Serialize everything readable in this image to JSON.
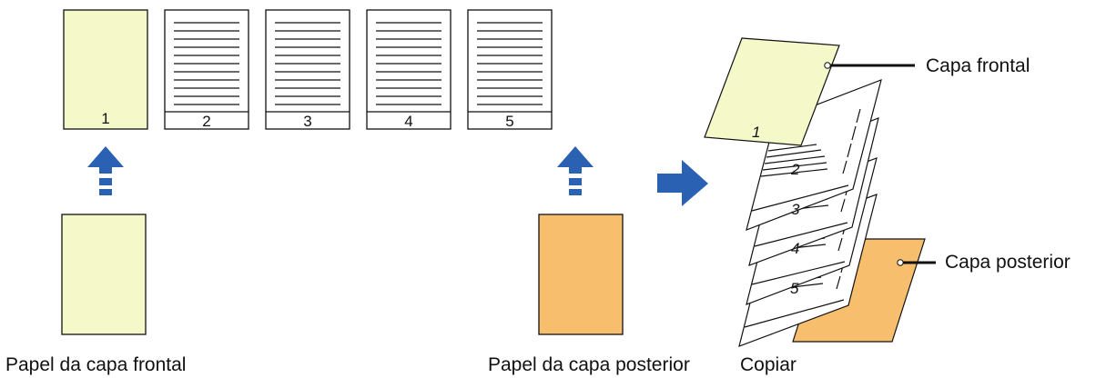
{
  "originals": [
    {
      "number": "1",
      "kind": "cover"
    },
    {
      "number": "2",
      "kind": "text"
    },
    {
      "number": "3",
      "kind": "text"
    },
    {
      "number": "4",
      "kind": "text"
    },
    {
      "number": "5",
      "kind": "text"
    }
  ],
  "labels": {
    "front_cover_paper": "Papel da capa frontal",
    "back_cover_paper": "Papel da capa posterior",
    "copy": "Copiar",
    "front_cover": "Capa frontal",
    "back_cover": "Capa posterior"
  },
  "stack_numbers": [
    "1",
    "2",
    "3",
    "4",
    "5"
  ],
  "colors": {
    "front_cover": "#f5f8c8",
    "back_cover": "#f7be6e",
    "arrow": "#2a61b2",
    "outline": "#111111"
  }
}
